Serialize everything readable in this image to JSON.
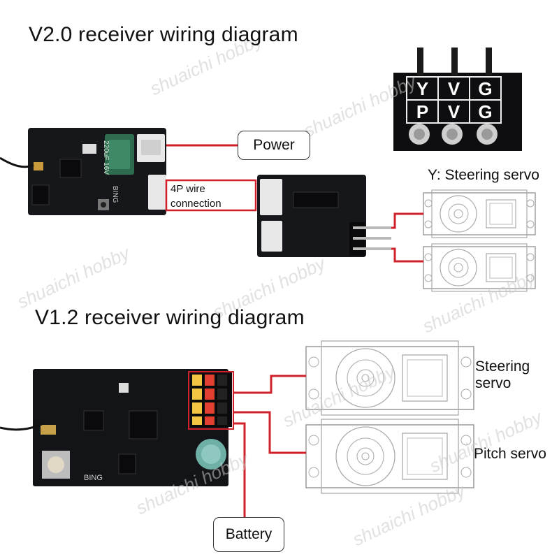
{
  "titles": {
    "v20": "V2.0 receiver wiring diagram",
    "v12": "V1.2 receiver wiring diagram"
  },
  "v20": {
    "power_label": "Power",
    "wire_label_line1": "4P wire",
    "wire_label_line2": "connection",
    "pin_header_top": [
      "Y",
      "V",
      "G"
    ],
    "pin_header_bottom": [
      "P",
      "V",
      "G"
    ],
    "steering_label": "Y: Steering servo",
    "board_capacitor_text": "220uF 16V",
    "board_brand": "BING"
  },
  "v12": {
    "steering_label_line1": "Steering",
    "steering_label_line2": "servo",
    "pitch_label": "Pitch servo",
    "battery_label": "Battery",
    "board_brand": "BING"
  },
  "watermark": "shuaichi hobby",
  "colors": {
    "wire": "#d0202a",
    "board": "#15161a",
    "servo_outline": "#9a9a9a"
  }
}
